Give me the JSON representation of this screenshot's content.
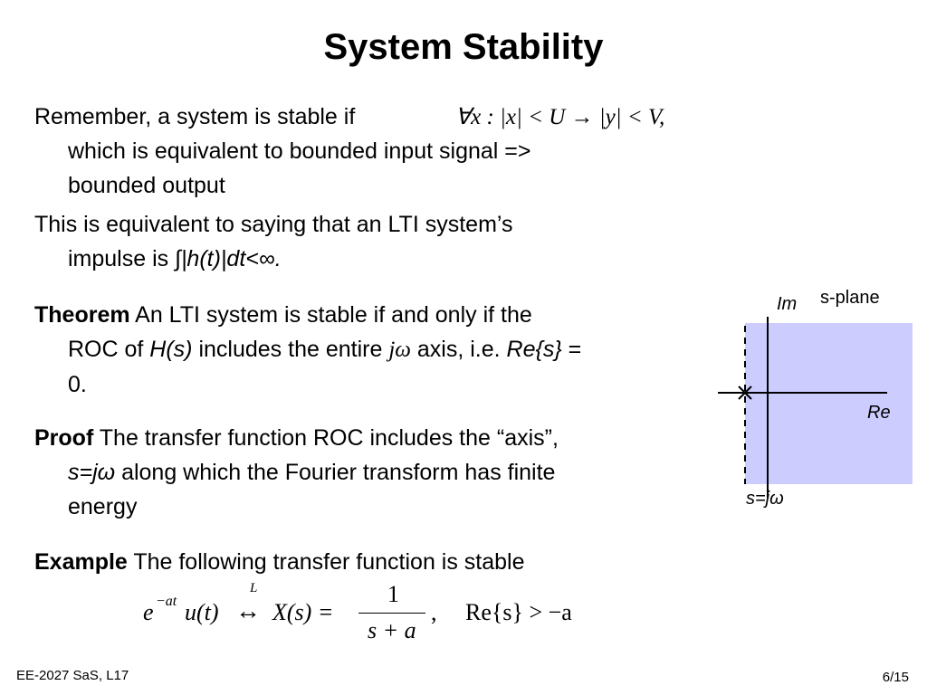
{
  "title": "System Stability",
  "p1": {
    "line1": "Remember, a system is stable if",
    "cond": "∀x : |x| < U → |y| < V,",
    "line2": "which is equivalent to bounded input signal =>",
    "line3": "bounded output"
  },
  "p2": {
    "line1": "This is equivalent to saying that an LTI system’s",
    "prefix": "impulse is ",
    "integral": "∫|h(t)|dt<∞."
  },
  "p3": {
    "bold": "Theorem",
    "line1": " An LTI system is stable if and only if the",
    "line2a": "ROC of ",
    "Hs": "H(s)",
    "line2b": " includes the entire ",
    "jw": "jω",
    "line2c": " axis, i.e. ",
    "res": "Re{s}",
    "line2d": " =",
    "line3": "0."
  },
  "p4": {
    "bold": "Proof",
    "line1": " The transfer function ROC includes the “axis”,",
    "sjw": "s=jω",
    "line2": " along which the Fourier transform has finite",
    "line3": "energy"
  },
  "p5": {
    "bold": "Example",
    "line1": " The following transfer function is stable"
  },
  "equation": {
    "lhs": "e",
    "exp": "−at",
    "ut": "u(t)",
    "arrow_label": "L",
    "arrow": "↔",
    "Xs": "X(s) =",
    "num": "1",
    "den": "s + a",
    "comma": ",",
    "roc": "Re{s} > −a"
  },
  "diagram": {
    "im_label": "Im",
    "plane_label": "s-plane",
    "re_label": "Re",
    "axis_label": "s=jω",
    "pole_mark": "x",
    "fill_color": "#ccccff"
  },
  "footer": {
    "left": "EE-2027 SaS, L17",
    "right": "6/15"
  }
}
